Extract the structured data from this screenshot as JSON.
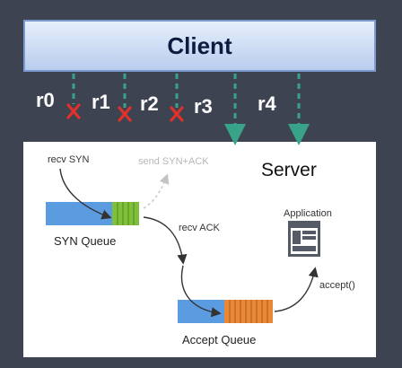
{
  "client": {
    "label": "Client"
  },
  "server": {
    "label": "Server"
  },
  "requests": [
    {
      "label": "r0",
      "dropped": true
    },
    {
      "label": "r1",
      "dropped": true
    },
    {
      "label": "r2",
      "dropped": true
    },
    {
      "label": "r3",
      "dropped": false
    },
    {
      "label": "r4",
      "dropped": false
    }
  ],
  "flow": {
    "recv_syn": "recv SYN",
    "send_syn_ack": "send SYN+ACK",
    "recv_ack": "recv ACK",
    "application": "Application",
    "accept": "accept()"
  },
  "queues": {
    "syn": "SYN Queue",
    "accept": "Accept Queue"
  },
  "colors": {
    "background": "#3d4350",
    "arrow": "#39a38a",
    "drop_mark": "#e0312b",
    "queue_empty": "#5b9be0",
    "syn_queue_fill": "#7fbf3b",
    "accept_queue_fill": "#e98937"
  }
}
